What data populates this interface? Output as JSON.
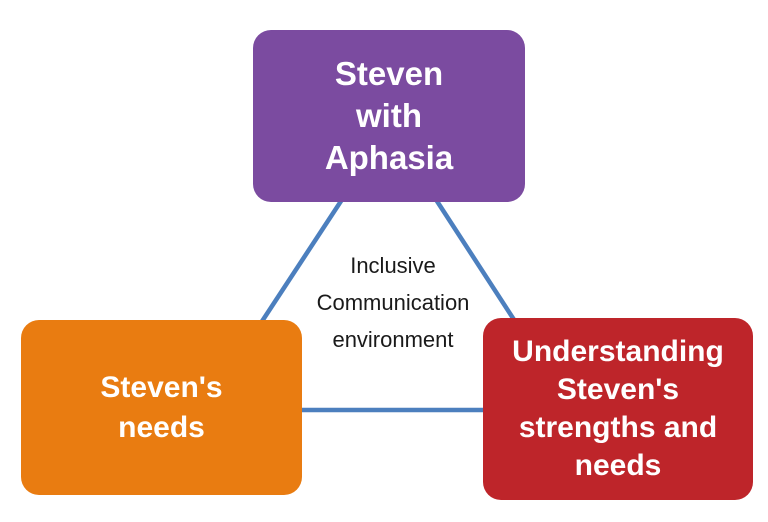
{
  "colors": {
    "background": "#ffffff",
    "top_box": "#7B4BA0",
    "left_box": "#E97C11",
    "right_box": "#BE252A",
    "connector": "#4C7FBE",
    "box_text": "#ffffff",
    "center_text": "#1a1a1a"
  },
  "diagram": {
    "top_box": {
      "lines": {
        "0": "Steven",
        "1": "with",
        "2": "Aphasia"
      }
    },
    "left_box": {
      "lines": {
        "0": "Steven's",
        "1": "needs"
      }
    },
    "right_box": {
      "lines": {
        "0": "Understanding",
        "1": "Steven's",
        "2": "strengths and",
        "3": "needs"
      }
    },
    "center_label": {
      "lines": {
        "0": "Inclusive",
        "1": "Communication",
        "2": "environment"
      }
    }
  }
}
